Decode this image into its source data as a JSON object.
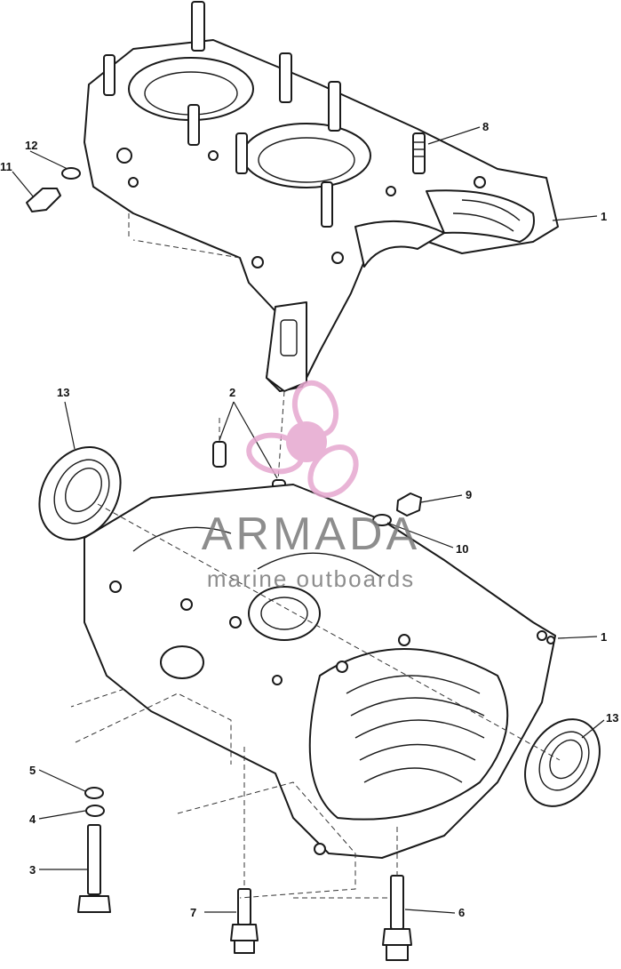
{
  "callouts": {
    "c1_top": "1",
    "c1_bottom": "1",
    "c2": "2",
    "c3": "3",
    "c4": "4",
    "c5": "5",
    "c6": "6",
    "c7": "7",
    "c8": "8",
    "c9": "9",
    "c10": "10",
    "c11": "11",
    "c12": "12",
    "c13_left": "13",
    "c13_right": "13"
  },
  "watermark": {
    "brand": "ARMADA",
    "tagline": "marine outboards",
    "logo_color": "#e6a7cf",
    "text_color": "#7a7a7a"
  }
}
